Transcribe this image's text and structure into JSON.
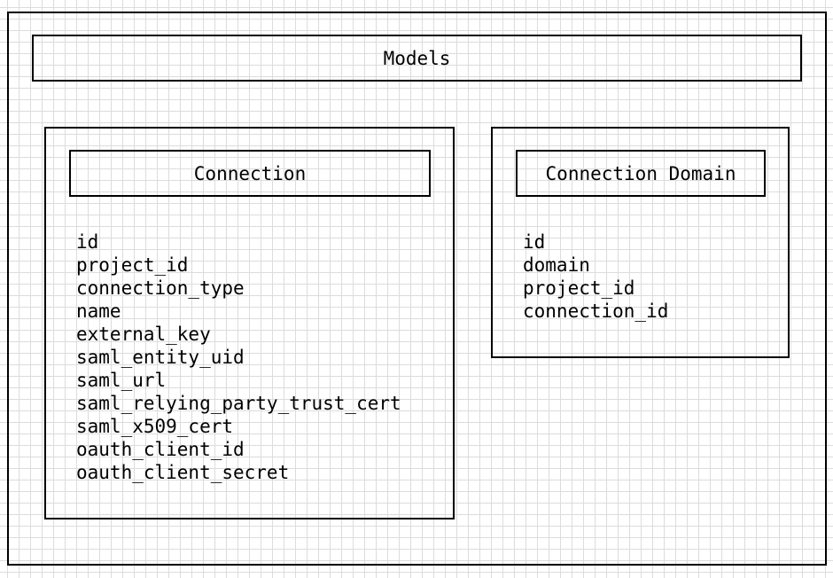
{
  "diagram": {
    "title": "Models",
    "models": [
      {
        "name": "Connection",
        "fields": [
          "id",
          "project_id",
          "connection_type",
          "name",
          "external_key",
          "saml_entity_uid",
          "saml_url",
          "saml_relying_party_trust_cert",
          "saml_x509_cert",
          "oauth_client_id",
          "oauth_client_secret"
        ]
      },
      {
        "name": "Connection Domain",
        "fields": [
          "id",
          "domain",
          "project_id",
          "connection_id"
        ]
      }
    ]
  }
}
